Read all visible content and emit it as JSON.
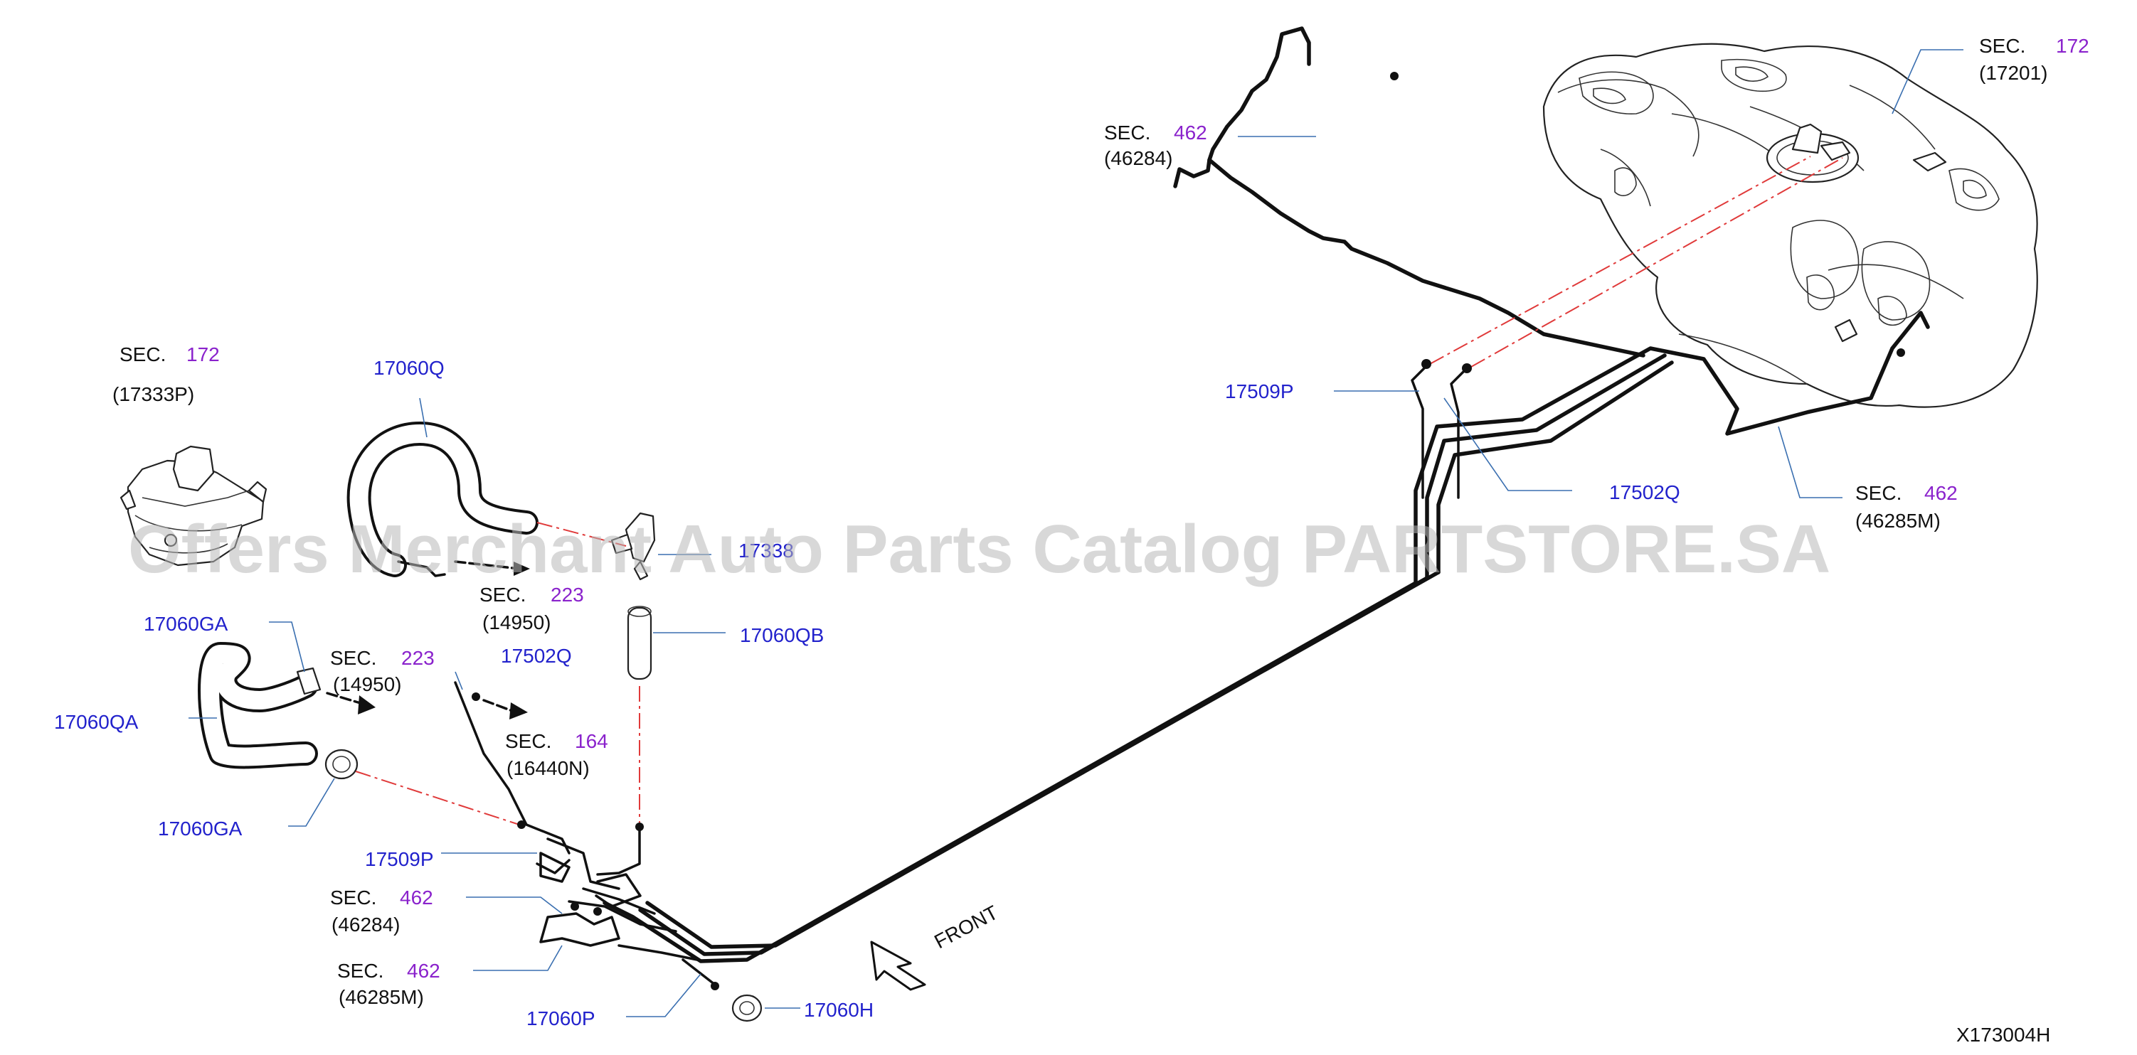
{
  "diagram_id": "X173004H",
  "watermark": "Offers Merchant Auto Parts Catalog PARTSTORE.SA",
  "front_label": "FRONT",
  "colors": {
    "part_number": "#2222cc",
    "section_number": "#8a22cc",
    "leader": "#3a6fb0",
    "centerline": "#e03a3a"
  },
  "section_refs": [
    {
      "id": "tank",
      "sec_label": "SEC.",
      "sec_number": "172",
      "part_code": "(17201)"
    },
    {
      "id": "bracket-top",
      "sec_label": "SEC.",
      "sec_number": "462",
      "part_code": "(46284)"
    },
    {
      "id": "rear-bracket",
      "sec_label": "SEC.",
      "sec_number": "462",
      "part_code": "(46285M)"
    },
    {
      "id": "canister",
      "sec_label": "SEC.",
      "sec_number": "172",
      "part_code": "(17333P)"
    },
    {
      "id": "hose-q-target",
      "sec_label": "SEC.",
      "sec_number": "223",
      "part_code": "(14950)"
    },
    {
      "id": "hose-qa-target",
      "sec_label": "SEC.",
      "sec_number": "223",
      "part_code": "(14950)"
    },
    {
      "id": "line-target",
      "sec_label": "SEC.",
      "sec_number": "164",
      "part_code": "(16440N)"
    },
    {
      "id": "front-bracket-a",
      "sec_label": "SEC.",
      "sec_number": "462",
      "part_code": "(46284)"
    },
    {
      "id": "front-bracket-b",
      "sec_label": "SEC.",
      "sec_number": "462",
      "part_code": "(46285M)"
    }
  ],
  "part_labels": [
    {
      "id": "hose-q",
      "text": "17060Q"
    },
    {
      "id": "connector",
      "text": "17338"
    },
    {
      "id": "hose-qb",
      "text": "17060QB"
    },
    {
      "id": "clamp-ga-top",
      "text": "17060GA"
    },
    {
      "id": "hose-qa",
      "text": "17060QA"
    },
    {
      "id": "clamp-ga-bottom",
      "text": "17060GA"
    },
    {
      "id": "tube-502q-left",
      "text": "17502Q"
    },
    {
      "id": "tube-509p-left",
      "text": "17509P"
    },
    {
      "id": "clip-p",
      "text": "17060P"
    },
    {
      "id": "clamp-h",
      "text": "17060H"
    },
    {
      "id": "tube-509p-right",
      "text": "17509P"
    },
    {
      "id": "tube-502q-right",
      "text": "17502Q"
    }
  ]
}
